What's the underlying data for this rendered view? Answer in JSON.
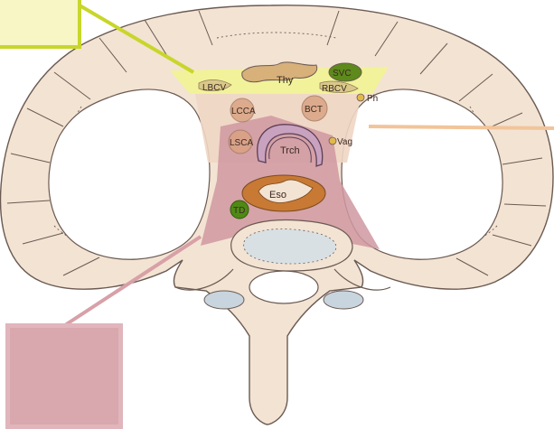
{
  "labels": {
    "thy": "Thy",
    "svc": "SVC",
    "lbcv": "LBCV",
    "rbcv": "RBCV",
    "ph": "Ph",
    "lcca": "LCCA",
    "bct": "BCT",
    "lsca": "LSCA",
    "vag": "Vag",
    "trch": "Trch",
    "eso": "Eso",
    "td": "TD"
  },
  "colors": {
    "bone": "#f3e3d3",
    "bone_outline": "#6b5a52",
    "superior_region": "#f2f29a",
    "middle_region": "#f0d6c4",
    "posterior_region": "#cf98a0",
    "vessel": "#d9a283",
    "green_node": "#4f8a14",
    "esophagus": "#c87934",
    "callout_yellow": "#c8d62a",
    "callout_orange": "#f2c49a",
    "callout_pink": "#d8a0a7"
  }
}
